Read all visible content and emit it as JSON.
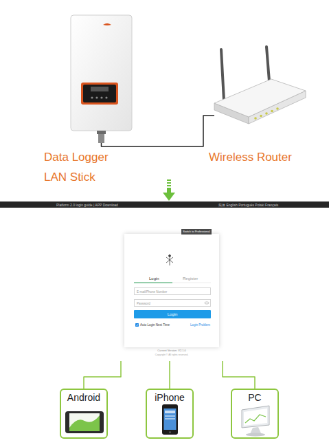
{
  "diagram": {
    "nodes": [
      {
        "text": [
          "Data Logger LAN Stick"
        ]
      },
      {
        "text": [
          "Wireless Router"
        ]
      },
      {
        "text": [
          "Platform 2.0 login guide | APP Download",
          "简体 English Português Polski Français"
        ]
      },
      {
        "text": [
          "Login",
          "Register",
          "Auto Login Next Time",
          "Login Problem",
          "Current Version: V2.1.0",
          "Copyright © All rights reserved."
        ]
      },
      {
        "text": [
          "Switch to Professional"
        ],
        "in": 3
      },
      {
        "text": [
          "E-mail/Phone Number"
        ],
        "in": 3
      },
      {
        "text": [
          "Password"
        ],
        "in": 3
      },
      {
        "text": [
          "Login"
        ],
        "in": 3
      },
      {
        "text": [
          "Android"
        ]
      },
      {
        "text": [
          "iPhone"
        ]
      },
      {
        "text": [
          "PC"
        ]
      }
    ],
    "edges": [
      {
        "from": 0,
        "to": 1,
        "arrow": "none"
      },
      {
        "from": 3,
        "to": 8,
        "arrow": "none"
      },
      {
        "from": 3,
        "to": 9,
        "arrow": "none"
      },
      {
        "from": 3,
        "to": 10,
        "arrow": "none"
      }
    ]
  }
}
